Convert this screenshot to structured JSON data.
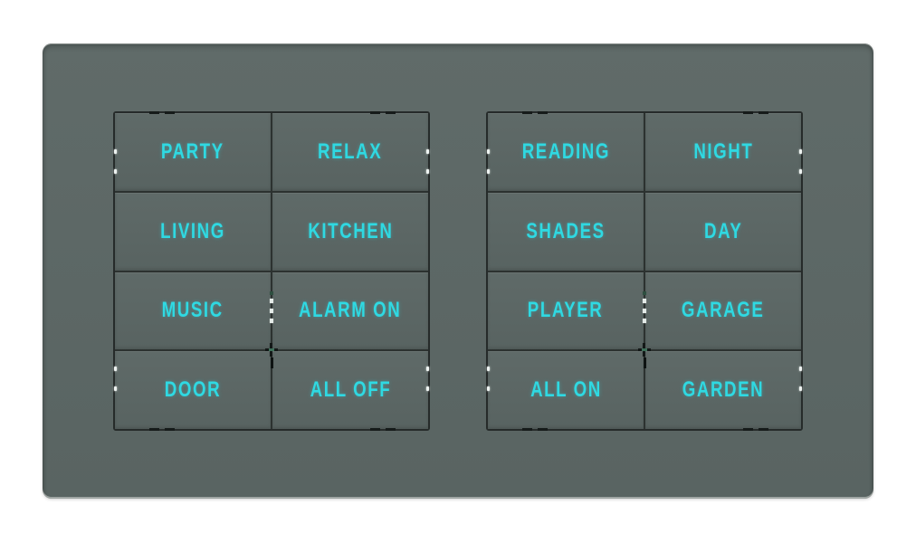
{
  "device": {
    "description": "wall-mounted smart home scene keypad with two 8-button modules"
  },
  "colors": {
    "faceplate": "#5c6765",
    "button_face": "#5c6765",
    "divider_line": "#2c3230",
    "label_accent": "#2fd9e2",
    "led_indicator": "#eef3f1",
    "cross_mark_green": "#3e6f59",
    "page_background": "#ffffff"
  },
  "keypads": [
    {
      "name": "left-keypad",
      "buttons": [
        {
          "label": "PARTY"
        },
        {
          "label": "RELAX"
        },
        {
          "label": "LIVING"
        },
        {
          "label": "KITCHEN"
        },
        {
          "label": "MUSIC"
        },
        {
          "label": "ALARM ON"
        },
        {
          "label": "DOOR"
        },
        {
          "label": "ALL OFF"
        }
      ]
    },
    {
      "name": "right-keypad",
      "buttons": [
        {
          "label": "READING"
        },
        {
          "label": "NIGHT"
        },
        {
          "label": "SHADES"
        },
        {
          "label": "DAY"
        },
        {
          "label": "PLAYER"
        },
        {
          "label": "GARAGE"
        },
        {
          "label": "ALL ON"
        },
        {
          "label": "GARDEN"
        }
      ]
    }
  ]
}
